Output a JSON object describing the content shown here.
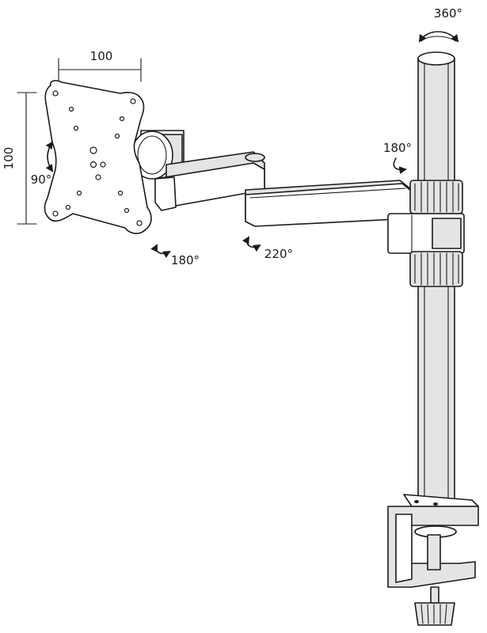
{
  "labels": {
    "width": "100",
    "height": "100",
    "tilt": "90°",
    "head_swivel": "180°",
    "arm_swivel": "220°",
    "pole_arm_swivel": "180°",
    "pole_rotation": "360°"
  }
}
